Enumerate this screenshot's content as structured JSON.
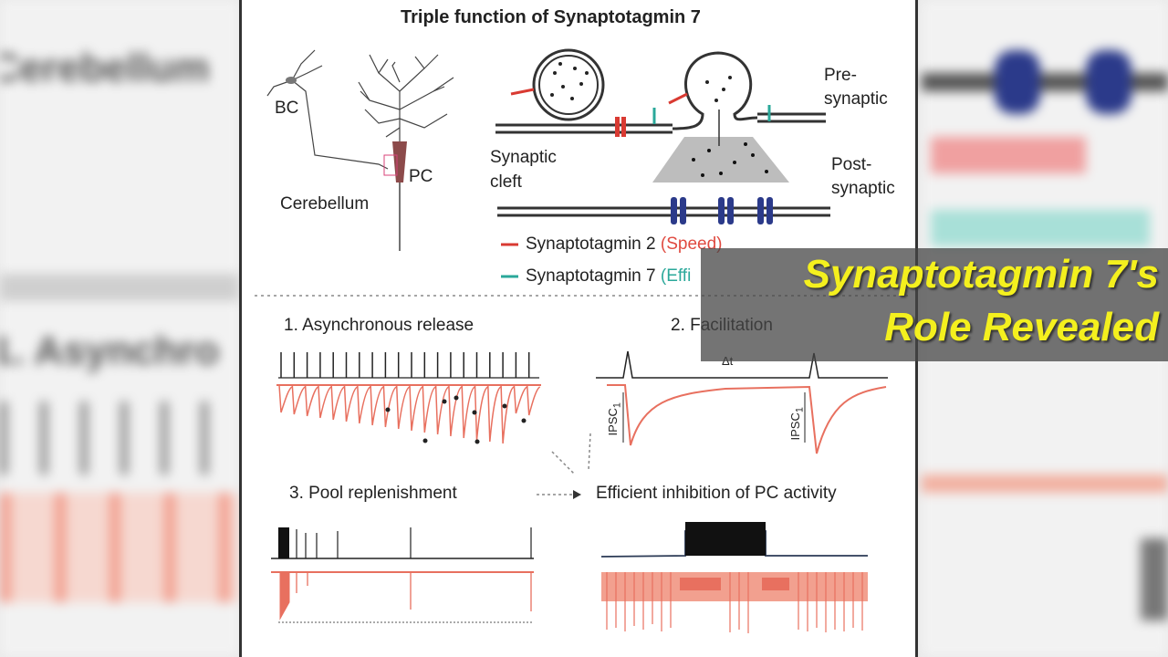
{
  "figure": {
    "title": "Triple function of Synaptotagmin 7",
    "labels": {
      "bc": "BC",
      "pc": "PC",
      "cerebellum": "Cerebellum",
      "pre_1": "Pre-",
      "pre_2": "synaptic",
      "post_1": "Post-",
      "post_2": "synaptic",
      "cleft_1": "Synaptic",
      "cleft_2": "cleft"
    },
    "legend": {
      "syt2_name": "Synaptotagmin 2",
      "syt2_role": "(Speed)",
      "syt7_name": "Synaptotagmin 7",
      "syt7_role": "(Effi"
    },
    "panels": {
      "async": "1. Asynchronous release",
      "facilitation": "2. Facilitation",
      "delta_t": "Δt",
      "ipsc": "IPSC",
      "ipsc_sub": "1",
      "pool": "3. Pool replenishment",
      "efficient": "Efficient inhibition of PC activity"
    },
    "colors": {
      "red_trace": "#e8705f",
      "syt2": "#d93a32",
      "syt7": "#2aa89a",
      "channel": "#2b3a8a"
    }
  },
  "background": {
    "left_word_1": "Cerebellum",
    "left_word_2": "1. Asynchro"
  },
  "overlay": {
    "line1": "Synaptotagmin 7's",
    "line2": "Role Revealed"
  }
}
